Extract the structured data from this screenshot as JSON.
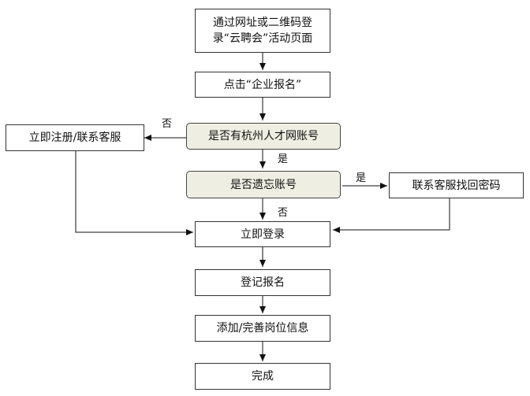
{
  "diagram": {
    "nodes": {
      "start": "通过网址或二维码登录“云聘会”活动页面",
      "apply": "点击“企业报名”",
      "has_account": "是否有杭州人才网账号",
      "register": "立即注册/联系客服",
      "forgot": "是否遗忘账号",
      "recover": "联系客服找回密码",
      "login": "立即登录",
      "signup": "登记报名",
      "post": "添加/完善岗位信息",
      "done": "完成"
    },
    "edge_labels": {
      "no_account": "否",
      "yes_account": "是",
      "yes_forgot": "是",
      "no_forgot": "否"
    }
  }
}
